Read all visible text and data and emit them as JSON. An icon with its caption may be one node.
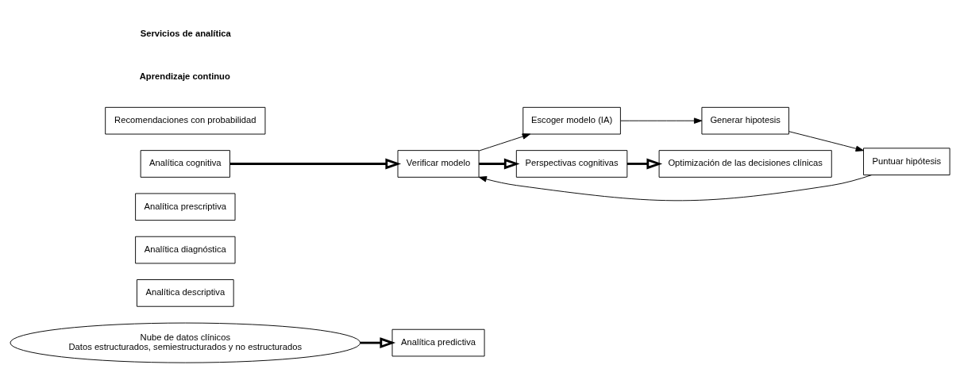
{
  "diagram": {
    "nodes": [
      {
        "text": [
          "Nube de datos clínicos",
          "Datos estructurados, semiestructurados y no estructurados"
        ]
      },
      {
        "text": [
          "Analítica descriptiva"
        ]
      },
      {
        "text": [
          "Analítica diagnóstica"
        ]
      },
      {
        "text": [
          "Analítica predictiva"
        ]
      },
      {
        "text": [
          "Analítica prescriptiva"
        ]
      },
      {
        "text": [
          "Analítica cognitiva"
        ]
      },
      {
        "text": [
          "Escoger modelo (IA)"
        ]
      },
      {
        "text": [
          "Generar hipotesis"
        ]
      },
      {
        "text": [
          "Verificar modelo"
        ]
      },
      {
        "text": [
          "Puntuar hipótesis"
        ]
      },
      {
        "text": [
          "Perspectivas cognitivas"
        ]
      },
      {
        "text": [
          "Recomendaciones con probabilidad"
        ]
      },
      {
        "text": [
          "Optimización de las decisiones clínicas"
        ]
      }
    ],
    "edges": [
      {
        "from": 0,
        "to": 3,
        "arrow": "to",
        "style": "thick"
      },
      {
        "from": 5,
        "to": 8,
        "arrow": "to",
        "style": "thick"
      },
      {
        "from": 6,
        "to": 7,
        "arrow": "to"
      },
      {
        "from": 7,
        "to": 9,
        "arrow": "to"
      },
      {
        "from": 9,
        "to": 8,
        "arrow": "to"
      },
      {
        "from": 8,
        "to": 6,
        "arrow": "to"
      },
      {
        "from": 8,
        "to": 10,
        "arrow": "to",
        "style": "thick"
      },
      {
        "from": 10,
        "to": 12,
        "arrow": "to",
        "style": "thick"
      }
    ],
    "labels": [
      "Aprendizaje continuo",
      "Servicios de analítica"
    ]
  }
}
